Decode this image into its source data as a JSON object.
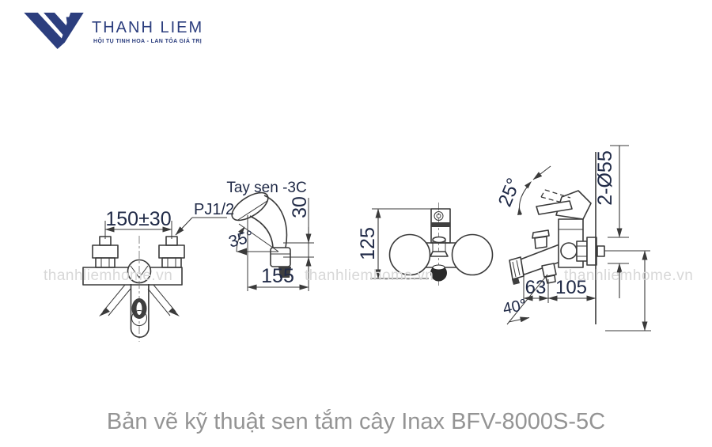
{
  "brand": {
    "name": "THANH LIEM",
    "tagline": "HỘI TỤ TINH HOA - LAN TỎA GIÁ TRỊ"
  },
  "watermark": "thanhliemhome.vn",
  "caption": "Bản vẽ kỹ thuật sen tắm cây Inax BFV-8000S-5C",
  "views": {
    "front": {
      "span_dim": "150±30",
      "thread_label": "PJ1/2"
    },
    "hand_shower": {
      "label": "Tay sen -3C",
      "tilt_angle": "35°",
      "holder_height": "30",
      "hose_reach": "155"
    },
    "top": {
      "body_height": "125"
    },
    "side": {
      "lever_angle": "25°",
      "flanges": "2-Ø55",
      "spout_offset": "63",
      "spout_reach": "105",
      "spout_angle": "40°"
    }
  },
  "colors": {
    "brand_navy": "#2c3e7e",
    "dimension_text": "#202a47",
    "line": "#3a3a3a",
    "caption_gray": "#949494",
    "watermark_gray": "#d8d8d8"
  }
}
